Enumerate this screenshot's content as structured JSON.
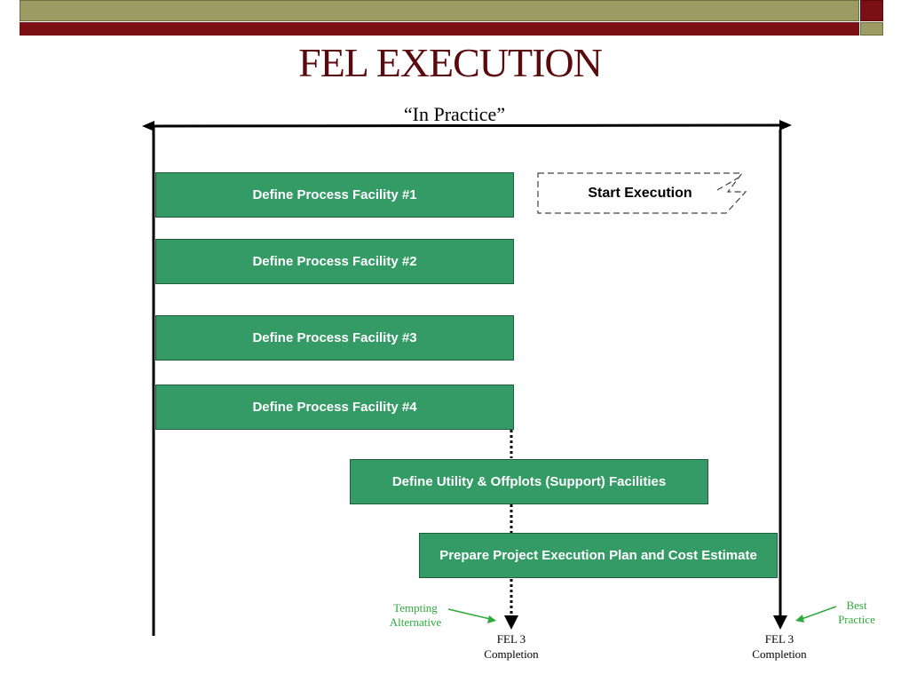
{
  "slide": {
    "title": "FEL EXECUTION",
    "subtitle": "“In Practice”"
  },
  "activities": {
    "facility1": "Define Process Facility #1",
    "facility2": "Define Process Facility #2",
    "facility3": "Define Process Facility #3",
    "facility4": "Define Process Facility #4",
    "utility": "Define Utility & Offplots (Support) Facilities",
    "plan": "Prepare Project Execution Plan and Cost Estimate"
  },
  "start_execution": "Start Execution",
  "annotations": {
    "tempting_line1": "Tempting",
    "tempting_line2": "Alternative",
    "best_line1": "Best",
    "best_line2": "Practice"
  },
  "milestones": {
    "left_line1": "FEL 3",
    "left_line2": "Completion",
    "right_line1": "FEL 3",
    "right_line2": "Completion"
  },
  "colors": {
    "box_fill": "#349a66",
    "title": "#5a0a0c",
    "annotation_green": "#2faa3c",
    "header_olive": "#9b9b63",
    "header_red": "#7a0f14"
  }
}
